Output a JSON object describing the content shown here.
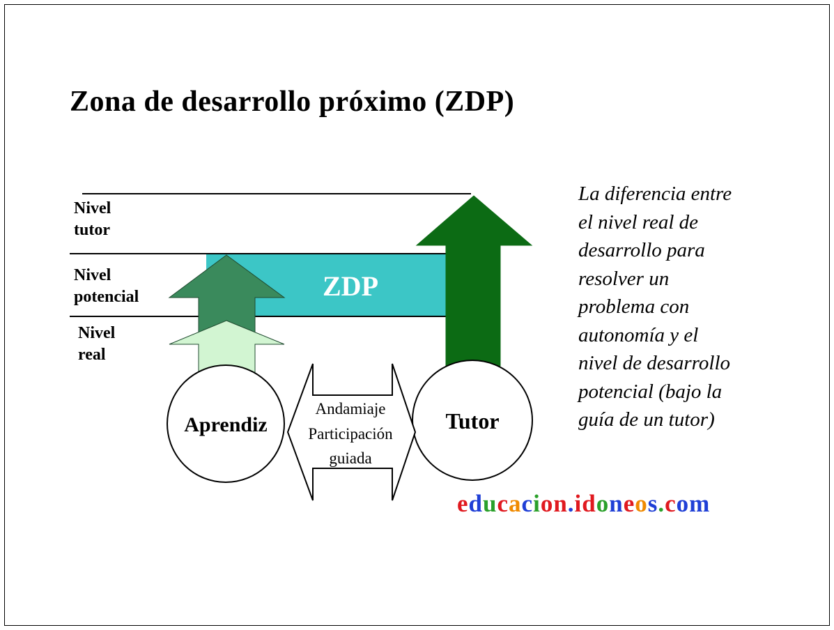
{
  "title": "Zona de desarrollo próximo (ZDP)",
  "levels": {
    "tutor": [
      "Nivel",
      "tutor"
    ],
    "potencial": [
      "Nivel",
      "potencial"
    ],
    "real": [
      "Nivel",
      "real"
    ]
  },
  "zdp_label": "ZDP",
  "learner": "Aprendiz",
  "tutor": "Tutor",
  "scaffold": [
    "Andamiaje",
    "Participación",
    "guiada"
  ],
  "description": [
    "La diferencia entre",
    "el nivel real de",
    "desarrollo para",
    "resolver un",
    "problema con",
    "autonomía y el",
    "nivel de desarrollo",
    "potencial (bajo la",
    "guía de un tutor)"
  ],
  "brand": [
    {
      "text": "e",
      "color": "#e0191f"
    },
    {
      "text": "d",
      "color": "#1f3fd6"
    },
    {
      "text": "u",
      "color": "#2aa02a"
    },
    {
      "text": "c",
      "color": "#e0191f"
    },
    {
      "text": "a",
      "color": "#f08a00"
    },
    {
      "text": "c",
      "color": "#1f3fd6"
    },
    {
      "text": "i",
      "color": "#2aa02a"
    },
    {
      "text": "o",
      "color": "#e0191f"
    },
    {
      "text": "n",
      "color": "#e0191f"
    },
    {
      "text": ".",
      "color": "#1f3fd6"
    },
    {
      "text": "i",
      "color": "#e0191f"
    },
    {
      "text": "d",
      "color": "#e0191f"
    },
    {
      "text": "o",
      "color": "#2aa02a"
    },
    {
      "text": "n",
      "color": "#1f3fd6"
    },
    {
      "text": "e",
      "color": "#e0191f"
    },
    {
      "text": "o",
      "color": "#f08a00"
    },
    {
      "text": "s",
      "color": "#1f3fd6"
    },
    {
      "text": ".",
      "color": "#2aa02a"
    },
    {
      "text": "c",
      "color": "#e0191f"
    },
    {
      "text": "o",
      "color": "#1f3fd6"
    },
    {
      "text": "m",
      "color": "#1f3fd6"
    }
  ],
  "colors": {
    "zdp_band": "#3cc6c6",
    "tutor_arrow": "#0c6b14",
    "learner_potential_arrow": "#3a8a5c",
    "learner_real_arrow": "#d2f5d2"
  }
}
